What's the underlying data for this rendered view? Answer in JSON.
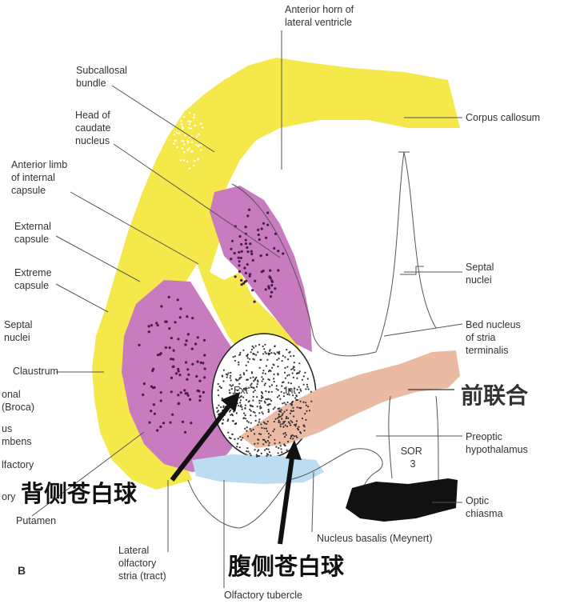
{
  "figure_letter": "B",
  "colors": {
    "white_matter": "#f5e84a",
    "gray_matter": "#c97bbf",
    "anterior_commissure": "#ebbaa3",
    "olfactory_tubercle": "#bcdcf2",
    "optic_chiasma": "#111111",
    "chinese_label_pink": "#d8a08e",
    "arrow": "#111111"
  },
  "labels": {
    "anterior_horn": [
      "Anterior horn of",
      "lateral ventricle"
    ],
    "subcallosal_bundle": [
      "Subcallosal",
      "bundle"
    ],
    "head_caudate": [
      "Head of",
      "caudate",
      "nucleus"
    ],
    "anterior_limb": [
      "Anterior limb",
      "of internal",
      "capsule"
    ],
    "external_capsule": [
      "External",
      "capsule"
    ],
    "extreme_capsule": [
      "Extreme",
      "capsule"
    ],
    "septal_nuclei_left": [
      "Septal",
      "nuclei"
    ],
    "claustrum": "Claustrum",
    "broca": [
      "onal",
      "(Broca)"
    ],
    "accumbens": [
      "us",
      "mbens"
    ],
    "olfactory_left": "lfactory",
    "ory": "ory",
    "putamen": "Putamen",
    "lateral_olfactory": [
      "Lateral",
      "olfactory",
      "stria (tract)"
    ],
    "olfactory_tubercle": "Olfactory tubercle",
    "nucleus_basalis": "Nucleus basalis (Meynert)",
    "corpus_callosum": "Corpus callosum",
    "septal_nuclei_right": [
      "Septal",
      "nuclei"
    ],
    "bed_nucleus": [
      "Bed nucleus",
      "of stria",
      "terminalis"
    ],
    "preoptic": [
      "Preoptic",
      "hypothalamus"
    ],
    "sor": [
      "SOR",
      "3"
    ],
    "optic_chiasma": [
      "Optic",
      "chiasma"
    ],
    "ext": "Ext",
    "int": "Int",
    "zh_anterior_commissure": "前联合",
    "zh_dorsal_pallidum": "背侧苍白球",
    "zh_ventral_pallidum": "腹侧苍白球"
  }
}
